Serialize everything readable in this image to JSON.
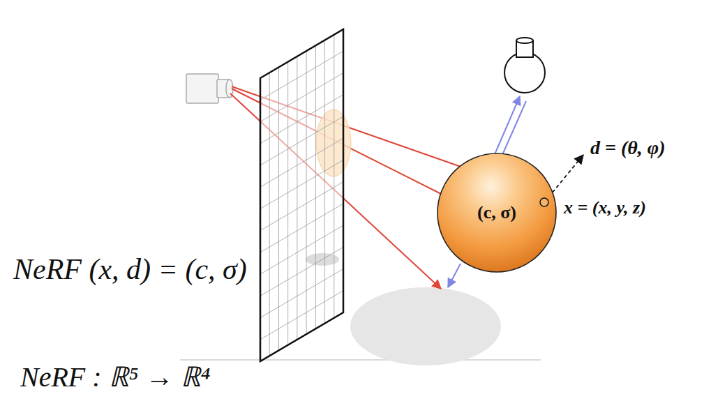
{
  "diagram": {
    "nodes": [
      {
        "text": [
          "(c, σ)"
        ]
      }
    ],
    "labels": [
      "d = (θ, φ)",
      "x = (x, y, z)",
      "NeRF (x, d) = (c, σ)",
      "NeRF : ℝ⁵ → ℝ⁴"
    ]
  }
}
